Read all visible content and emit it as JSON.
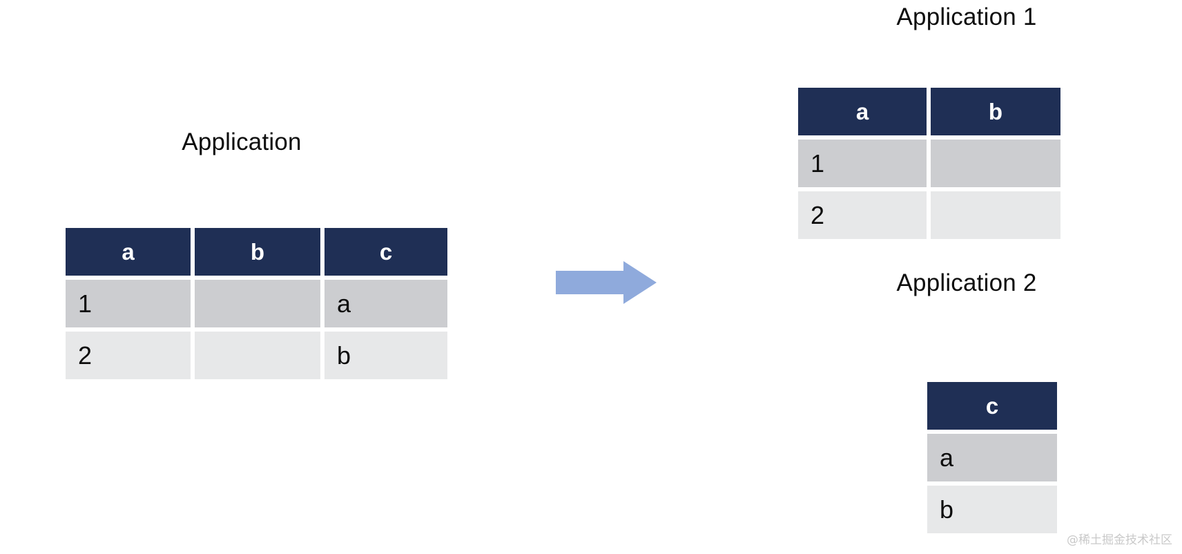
{
  "diagram": {
    "kind": "table-split-diagram",
    "colors": {
      "header_navy": "#1F2F55",
      "row_band_dark": "#CCCDD0",
      "row_band_light": "#E7E8E9",
      "arrow_blue": "#8FAADC",
      "text": "#0D0D0D",
      "background": "#FFFFFF",
      "watermark": "#C9C9C9"
    },
    "source": {
      "title": "Application",
      "columns": [
        "a",
        "b",
        "c"
      ],
      "rows": [
        [
          "1",
          "",
          "a"
        ],
        [
          "2",
          "",
          "b"
        ]
      ]
    },
    "arrow": {
      "icon": "arrow-right-icon",
      "direction": "right"
    },
    "targets": [
      {
        "title": "Application 1",
        "columns": [
          "a",
          "b"
        ],
        "rows": [
          [
            "1",
            ""
          ],
          [
            "2",
            ""
          ]
        ]
      },
      {
        "title": "Application 2",
        "columns": [
          "c"
        ],
        "rows": [
          [
            "a"
          ],
          [
            "b"
          ]
        ]
      }
    ],
    "watermark": "@稀土掘金技术社区"
  }
}
